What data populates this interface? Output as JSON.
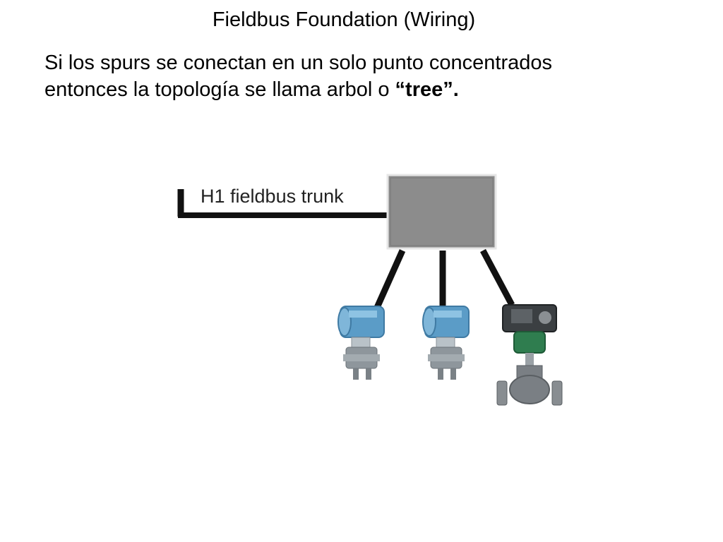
{
  "slide": {
    "title": "Fieldbus Foundation (Wiring)",
    "paragraph": {
      "line1": "Si los spurs se conectan en un solo punto concentrados",
      "line2_prefix": "entonces la topología se llama arbol o ",
      "line2_bold": "“tree”."
    }
  },
  "diagram": {
    "trunk_label": "H1 fieldbus trunk",
    "devices": [
      {
        "kind": "pressure-transmitter",
        "icon": "pressure-transmitter-icon"
      },
      {
        "kind": "pressure-transmitter",
        "icon": "pressure-transmitter-icon"
      },
      {
        "kind": "control-valve",
        "icon": "control-valve-icon"
      }
    ],
    "colors": {
      "junction_box": "#8c8c8c",
      "cable": "#111111",
      "transmitter_body": "#5b9cc7",
      "valve_actuator": "#2f7d4f",
      "valve_body": "#7a7f84"
    }
  }
}
